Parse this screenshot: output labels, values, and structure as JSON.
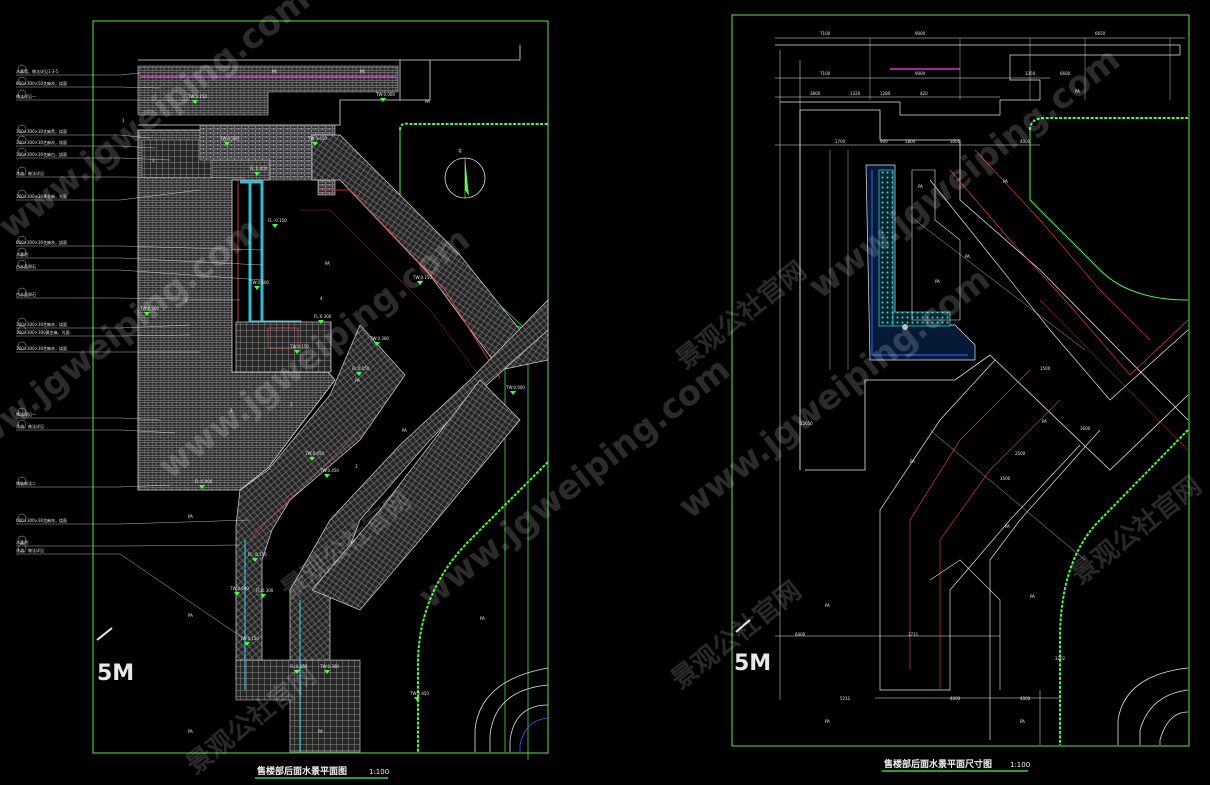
{
  "drawing": {
    "left_title": "售楼部后面水景平面图",
    "left_scale": "1:100",
    "right_title": "售楼部后面水景平面尺寸图",
    "right_scale": "1:100",
    "scale_mark": "5M",
    "north_mark": "北",
    "label_pa": "PA",
    "watermark_url": "www.jgweiping.com",
    "watermark_cn": "景观公社官网",
    "callouts": [
      "水景墙，做法详见1-3-5",
      "800×300×50芝麻灰，烧面",
      "做法详见一",
      "300×300×30芝麻黑，烧面",
      "300×300×30芝麻灰，烧面",
      "300×300×30芝麻白，烧面",
      "花池，做法详见",
      "300×300×30黄金麻，光面",
      "800×300×30芝麻灰，烧面",
      "水景池",
      "白水晶卵石",
      "白水晶卵石",
      "300×200×30芝麻灰，烧面",
      "300×300×300黄金麻，光面",
      "300×300×30芝麻灰，烧面",
      "做法详见一",
      "花池，做法详见",
      "铺装做法二",
      "600×300×30芝麻灰，烧面",
      "水景池",
      "花池，做法详见"
    ],
    "dims_top": [
      "7100",
      "9000",
      "6650",
      "7100",
      "9000",
      "1350",
      "6600",
      "3800",
      "1320",
      "1280",
      "420"
    ],
    "dims_misc": [
      "1700",
      "900",
      "1800",
      "3000",
      "4000",
      "2500",
      "1500",
      "1600",
      "6400",
      "1711",
      "5211",
      "4000",
      "4000",
      "3202",
      "3500",
      "12650"
    ],
    "elevations": [
      "TW:0.150",
      "TW:0.000",
      "TW:0.300",
      "TW:0.450",
      "FL:0.000",
      "FL:-0.150",
      "TW:0.600",
      "FL:0.300",
      "TW:0.150",
      "TW:0.300",
      "FL:0.150",
      "TW:0.450"
    ],
    "grid_marks": [
      "1",
      "2",
      "3",
      "4",
      "1",
      "2",
      "3"
    ]
  }
}
